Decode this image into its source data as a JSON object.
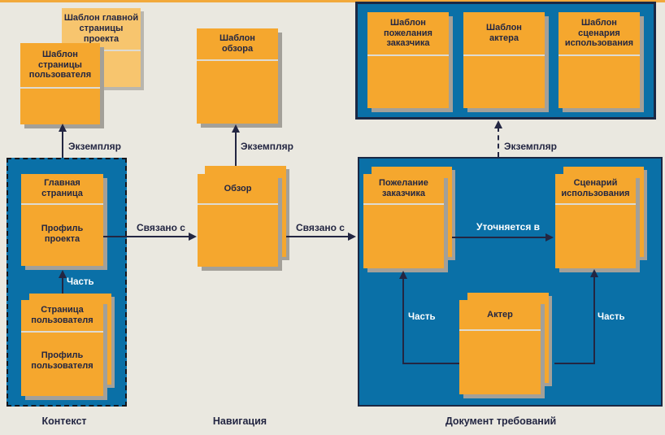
{
  "colors": {
    "background": "#EAE8E0",
    "card_orange": "#F5A72E",
    "card_light_orange": "#F7C56E",
    "panel_blue": "#0A70A7",
    "border_navy": "#1B2844",
    "text_navy": "#232642",
    "shadow_gray": "#A3A099",
    "accent_line_orange": "#F2A93B",
    "label_white": "#FFFFFF"
  },
  "nodes": {
    "template_main_page": {
      "title": "Шаблон главной\nстраницы\nпроекта"
    },
    "template_user_page": {
      "title": "Шаблон\nстраницы\nпользователя"
    },
    "template_overview": {
      "title": "Шаблон\nобзора"
    },
    "template_customer_wish": {
      "title": "Шаблон\nпожелания\nзаказчика"
    },
    "template_actor": {
      "title": "Шаблон\nактера"
    },
    "template_use_case": {
      "title": "Шаблон\nсценария\nиспользования"
    },
    "main_page": {
      "title": "Главная\nстраница",
      "body": "Профиль\nпроекта"
    },
    "user_page": {
      "title": "Страница\nпользователя",
      "body": "Профиль\nпользователя"
    },
    "overview": {
      "title": "Обзор"
    },
    "customer_wish": {
      "title": "Пожелание\nзаказчика"
    },
    "use_case": {
      "title": "Сценарий\nиспользования"
    },
    "actor": {
      "title": "Актер"
    }
  },
  "connectors": {
    "instance_left": {
      "label": "Экземпляр"
    },
    "instance_middle": {
      "label": "Экземпляр"
    },
    "instance_right": {
      "label": "Экземпляр"
    },
    "linked_left": {
      "label": "Связано с"
    },
    "linked_right": {
      "label": "Связано с"
    },
    "part_context": {
      "label": "Часть"
    },
    "part_wish": {
      "label": "Часть"
    },
    "part_use_case": {
      "label": "Часть"
    },
    "refined_in": {
      "label": "Уточняется в"
    }
  },
  "regions": {
    "context": {
      "label": "Контекст"
    },
    "navigation": {
      "label": "Навигация"
    },
    "requirements_document": {
      "label": "Документ требований"
    }
  }
}
